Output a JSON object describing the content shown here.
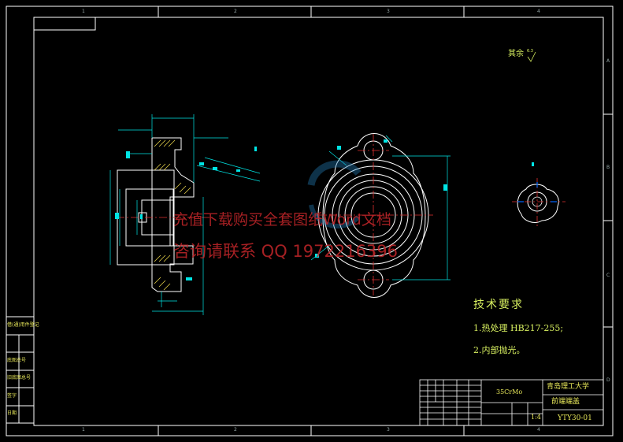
{
  "drawing": {
    "surface_finish_label": "其余",
    "surface_finish_value": "6.3",
    "tech_requirements": {
      "title": "技术要求",
      "items": [
        "1.热处理 HB217-255;",
        "2.内部抛光。"
      ]
    },
    "title_block": {
      "scale_note": "35CrMo",
      "university": "青岛理工大学",
      "part_name": "前端端盖",
      "drawing_number": "YTY30-01",
      "ratio": "1:4"
    },
    "zone_numbers_top": [
      "1",
      "2",
      "3",
      "4"
    ],
    "zone_numbers_bottom": [
      "1",
      "2",
      "3",
      "4"
    ],
    "zone_letters_right": [
      "A",
      "B",
      "C",
      "D"
    ],
    "left_strip_labels": [
      "借(通)用件登记",
      "旧底图总号",
      "底图总号",
      "签字",
      "日期"
    ]
  },
  "watermark": {
    "line1": "充值下载购买全套图纸Word文档",
    "line2": "咨询请联系  QQ 1972216396"
  },
  "colors": {
    "frame": "#ffffff",
    "outline": "#ffffff",
    "dimension": "#00e5e5",
    "centerline": "#e03030",
    "yellow_text": "#d8f060"
  }
}
